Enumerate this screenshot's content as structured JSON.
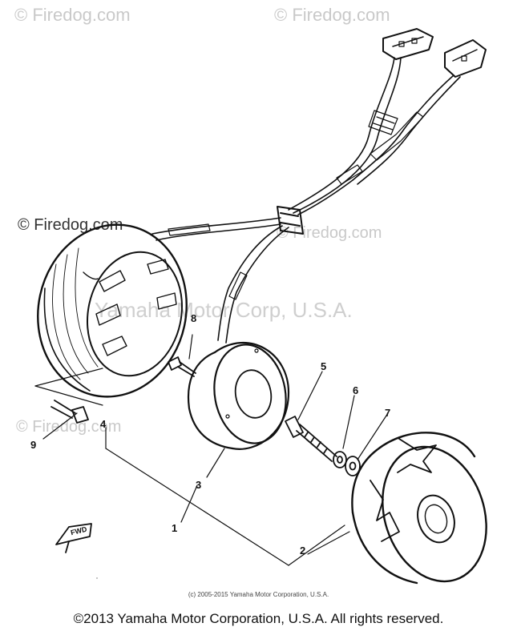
{
  "watermarks": {
    "top_left": "© Firedog.com",
    "top_right": "© Firedog.com",
    "mid_left": "© Firedog.com",
    "mid_right": "© Firedog.com",
    "left_lower": "© Firedog.com"
  },
  "center_watermark": "Yamaha Motor Corp, U.S.A.",
  "callouts": [
    "1",
    "2",
    "3",
    "4",
    "5",
    "6",
    "7",
    "8",
    "9"
  ],
  "direction_label": "FWD",
  "inner_copyright": "(c) 2005-2015 Yamaha Motor Corporation, U.S.A.",
  "footer": "©2013 Yamaha Motor Corporation, U.S.A. All rights reserved."
}
